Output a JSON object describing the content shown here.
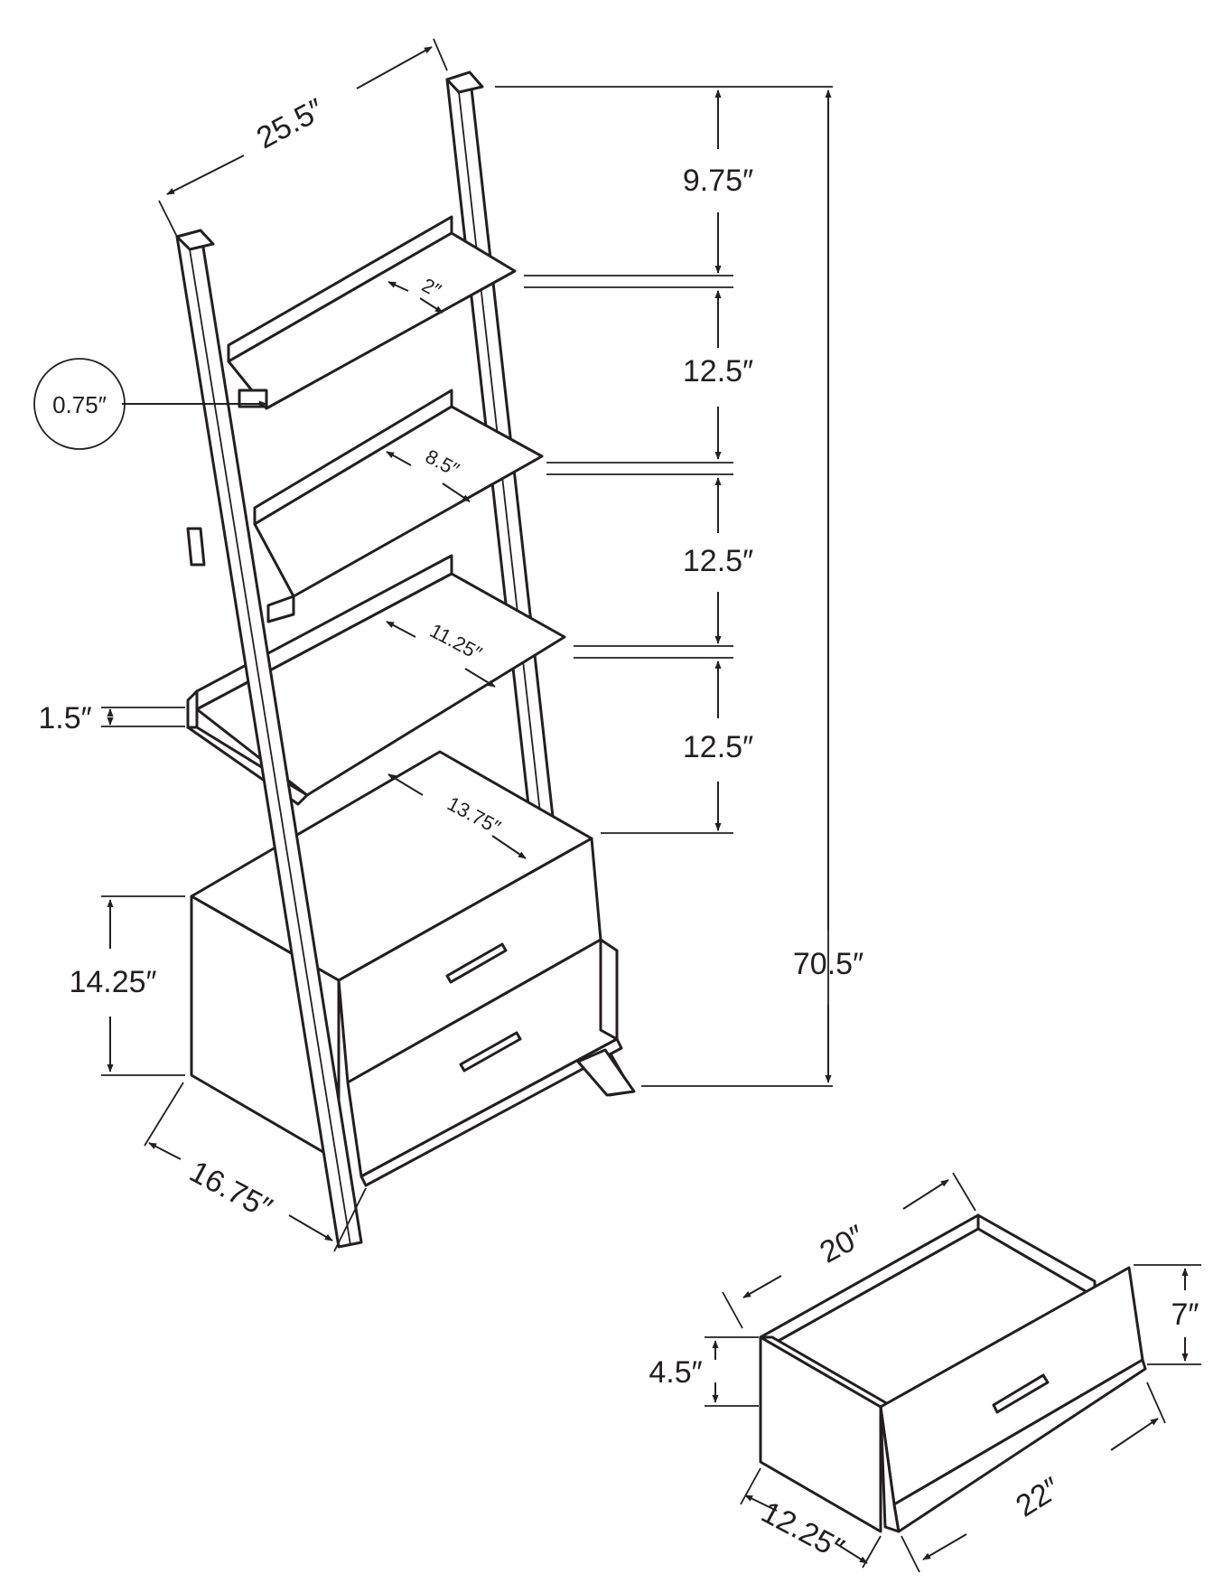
{
  "dimensions": {
    "width": "25.5″",
    "top_gap": "9.75″",
    "shelf_gap_1": "12.5″",
    "shelf_gap_2": "12.5″",
    "shelf_gap_3": "12.5″",
    "height": "70.5″",
    "cabinet_height": "14.25″",
    "depth": "16.75″",
    "lip_height": "1.5″",
    "thickness_callout": "0.75″",
    "shelf_depth_1": "2″",
    "shelf_depth_2": "8.5″",
    "shelf_depth_3": "11.25″",
    "shelf_depth_4": "13.75″"
  },
  "drawer": {
    "width": "20″",
    "height_front": "7″",
    "height_inner": "4.5″",
    "depth": "12.25″",
    "front_width": "22″"
  },
  "colors": {
    "line": "#231f20",
    "background": "#ffffff"
  }
}
